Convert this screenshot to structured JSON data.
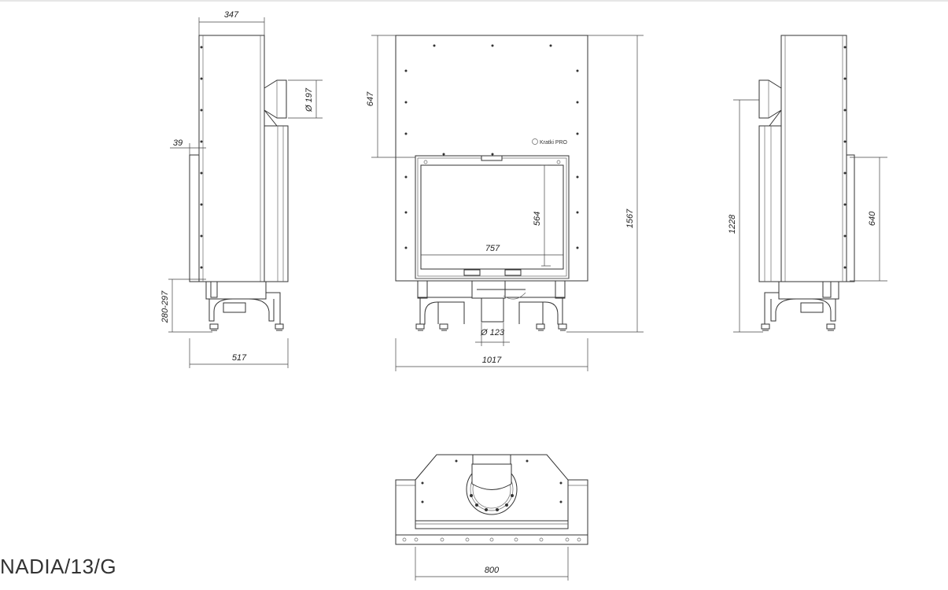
{
  "title": "NADIA/13/G",
  "brand_mark": "Kratki PRO",
  "dimensions": {
    "side_depth_top": "347",
    "flue_diameter": "Ø 197",
    "side_offset": "39",
    "leg_height": "280-297",
    "side_depth_base": "517",
    "front_top_height": "647",
    "glass_height": "564",
    "glass_width": "757",
    "total_height": "1567",
    "air_inlet_diameter": "Ø 123",
    "front_width": "1017",
    "right_total_height": "1228",
    "right_glass_height": "640",
    "plan_width": "800"
  }
}
